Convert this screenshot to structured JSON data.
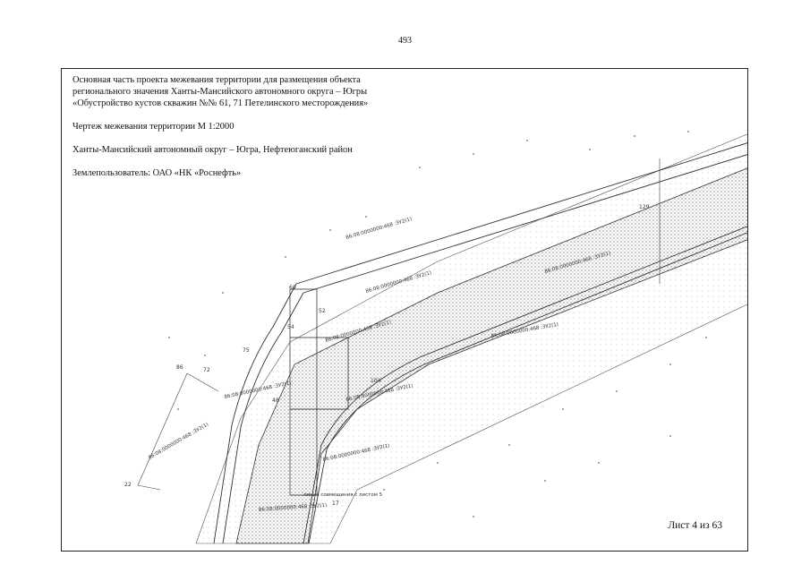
{
  "page": {
    "number": "493"
  },
  "title": {
    "line1": "Основная часть проекта межевания территории для размещения объекта",
    "line2": "регионального значения Ханты-Мансийского автономного округа – Югры",
    "line3": "«Обустройство кустов скважин №№ 61, 71 Петелинского месторождения»",
    "drawing_name": "Чертеж межевания территории М 1:2000",
    "region": "Ханты-Мансийский автономный округ – Югра, Нефтеюганский район",
    "land_user": "Землепользователь: ОАО «НК «Роснефть»"
  },
  "sheet": {
    "label": "Лист 4 из 63"
  },
  "map": {
    "parcel_labels": [
      "86:08:0000000:468 :ЗУ2(1)",
      "86:08:0000000:468 :ЗУ2(1)",
      "86:08:0000000:468 :ЗУ2(1)",
      "86:08:0000000:468 :ЗУ2(1)",
      "86:08:0000000:468 :ЗУ2(1)",
      "86:08:0000000:468 :ЗУ2(1)",
      "86:08:0000000:468 :ЗУ2(1)",
      "86:08:0000000:468 :ЗУ2(1)",
      "86:08:0000000:468 :ЗУ2(1)",
      "86:08:0000000:468 :ЗУ2(1)"
    ],
    "point_labels": [
      "60",
      "54",
      "52",
      "75",
      "72",
      "86",
      "48",
      "22",
      "17",
      "104",
      "129"
    ],
    "sheet_joint_note": "линия совмещения с листом 5",
    "colors": {
      "hatch": "#9a9a9a",
      "line": "#333333"
    }
  }
}
